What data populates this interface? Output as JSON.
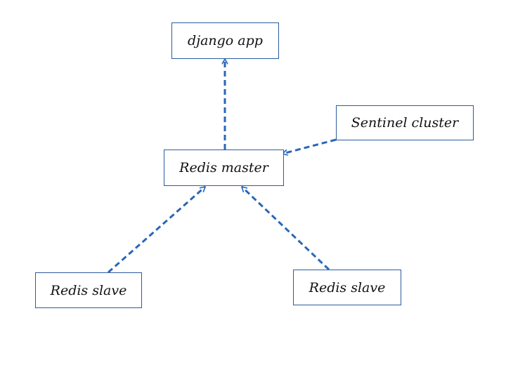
{
  "nodes": {
    "django": "django app",
    "master": "Redis master",
    "sentinel": "Sentinel cluster",
    "slave_left": "Redis slave",
    "slave_right": "Redis slave"
  },
  "edges": [
    {
      "from": "master",
      "to": "django",
      "style": "dashed"
    },
    {
      "from": "sentinel",
      "to": "master",
      "style": "dashed"
    },
    {
      "from": "slave_left",
      "to": "master",
      "style": "dashed"
    },
    {
      "from": "slave_right",
      "to": "master",
      "style": "dashed"
    }
  ],
  "colors": {
    "edge": "#2a66b8",
    "node_border": "#2a5c9e",
    "text": "#111111"
  }
}
